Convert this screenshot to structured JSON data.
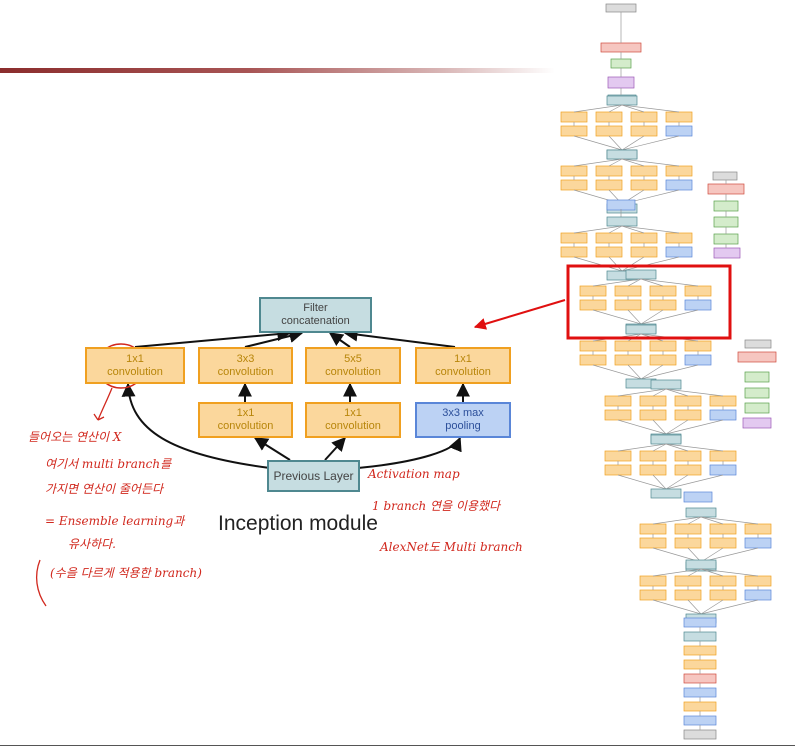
{
  "colors": {
    "orange_fill": "#fbd79c",
    "orange_border": "#f0a020",
    "blue_fill": "#bcd2f4",
    "teal_fill": "#c6dde1",
    "annotation": "#d1281e",
    "highlight": "#e01010"
  },
  "diagram": {
    "filter_concat": {
      "line1": "Filter",
      "line2": "concatenation"
    },
    "conv_1x1_top": {
      "line1": "1x1",
      "line2": "convolution"
    },
    "conv_3x3": {
      "line1": "3x3",
      "line2": "convolution"
    },
    "conv_5x5": {
      "line1": "5x5",
      "line2": "convolution"
    },
    "conv_1x1_right": {
      "line1": "1x1",
      "line2": "convolution"
    },
    "reduce_1": {
      "line1": "1x1",
      "line2": "convolution"
    },
    "reduce_2": {
      "line1": "1x1",
      "line2": "convolution"
    },
    "pool": {
      "line1": "3x3 max",
      "line2": "pooling"
    },
    "previous_layer": {
      "line1": "Previous Layer"
    }
  },
  "caption": "Inception module",
  "handwriting": {
    "note1": "들어오는 연산이 X",
    "note2": "여기서 multi branch를",
    "note3": "가지면 연산이 줄어든다",
    "note4": "= Ensemble learning과",
    "note5": "유사하다.",
    "note6": "(수을 다르게 적용한 branch)",
    "note7": "Activation map",
    "note8": "1 branch 연을 이용했다",
    "note9": "AlexNet도 Multi branch"
  }
}
